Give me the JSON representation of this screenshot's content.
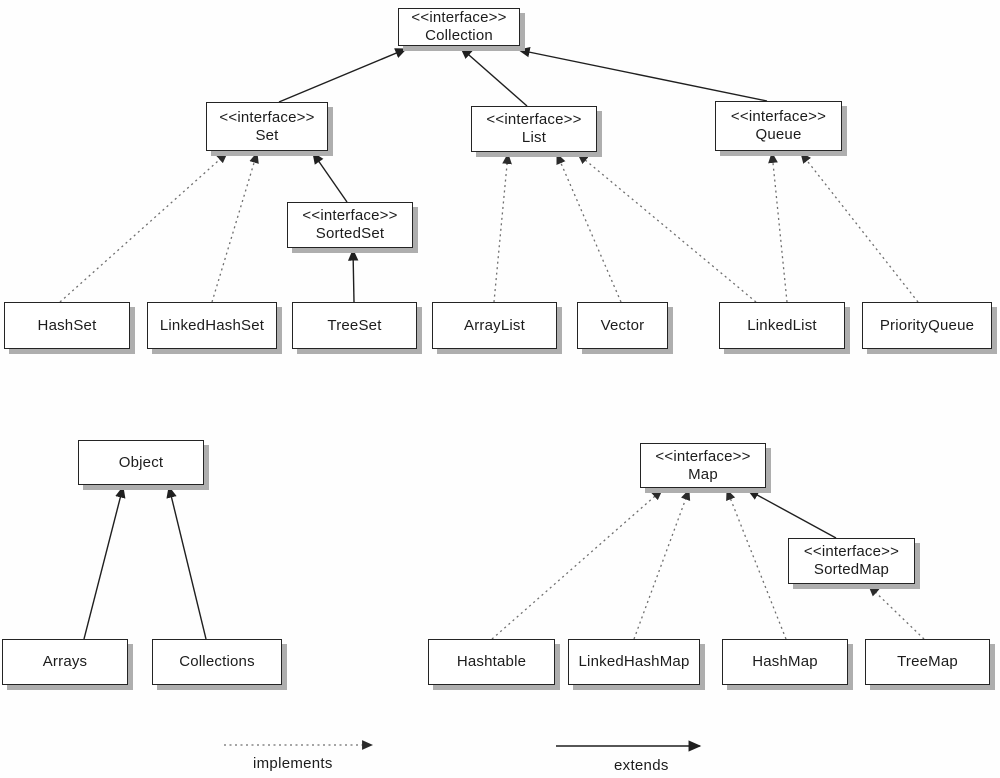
{
  "nodes": {
    "collection": {
      "stereotype": "<<interface>>",
      "name": "Collection"
    },
    "set": {
      "stereotype": "<<interface>>",
      "name": "Set"
    },
    "list": {
      "stereotype": "<<interface>>",
      "name": "List"
    },
    "queue": {
      "stereotype": "<<interface>>",
      "name": "Queue"
    },
    "sortedset": {
      "stereotype": "<<interface>>",
      "name": "SortedSet"
    },
    "hashset": {
      "name": "HashSet"
    },
    "linkedhashset": {
      "name": "LinkedHashSet"
    },
    "treeset": {
      "name": "TreeSet"
    },
    "arraylist": {
      "name": "ArrayList"
    },
    "vector": {
      "name": "Vector"
    },
    "linkedlist": {
      "name": "LinkedList"
    },
    "priorityqueue": {
      "name": "PriorityQueue"
    },
    "object": {
      "name": "Object"
    },
    "arrays": {
      "name": "Arrays"
    },
    "collections": {
      "name": "Collections"
    },
    "map": {
      "stereotype": "<<interface>>",
      "name": "Map"
    },
    "sortedmap": {
      "stereotype": "<<interface>>",
      "name": "SortedMap"
    },
    "hashtable": {
      "name": "Hashtable"
    },
    "linkedhashmap": {
      "name": "LinkedHashMap"
    },
    "hashmap": {
      "name": "HashMap"
    },
    "treemap": {
      "name": "TreeMap"
    }
  },
  "edges": [
    {
      "from": "Set",
      "to": "Collection",
      "relation": "extends"
    },
    {
      "from": "List",
      "to": "Collection",
      "relation": "extends"
    },
    {
      "from": "Queue",
      "to": "Collection",
      "relation": "extends"
    },
    {
      "from": "SortedSet",
      "to": "Set",
      "relation": "extends"
    },
    {
      "from": "TreeSet",
      "to": "SortedSet",
      "relation": "extends"
    },
    {
      "from": "SortedMap",
      "to": "Map",
      "relation": "extends"
    },
    {
      "from": "Arrays",
      "to": "Object",
      "relation": "extends"
    },
    {
      "from": "Collections",
      "to": "Object",
      "relation": "extends"
    },
    {
      "from": "HashSet",
      "to": "Set",
      "relation": "implements"
    },
    {
      "from": "LinkedHashSet",
      "to": "Set",
      "relation": "implements"
    },
    {
      "from": "ArrayList",
      "to": "List",
      "relation": "implements"
    },
    {
      "from": "Vector",
      "to": "List",
      "relation": "implements"
    },
    {
      "from": "LinkedList",
      "to": "List",
      "relation": "implements"
    },
    {
      "from": "LinkedList",
      "to": "Queue",
      "relation": "implements"
    },
    {
      "from": "PriorityQueue",
      "to": "Queue",
      "relation": "implements"
    },
    {
      "from": "Hashtable",
      "to": "Map",
      "relation": "implements"
    },
    {
      "from": "LinkedHashMap",
      "to": "Map",
      "relation": "implements"
    },
    {
      "from": "HashMap",
      "to": "Map",
      "relation": "implements"
    },
    {
      "from": "TreeMap",
      "to": "SortedMap",
      "relation": "implements"
    }
  ],
  "legend": {
    "implements_label": "implements",
    "extends_label": "extends"
  },
  "colors": {
    "box_border": "#242424",
    "box_fill": "#ffffff",
    "box_shadow": "#aeaeae",
    "solid_arrow": "#1f1f1f",
    "dotted_arrow": "#6e6e6e"
  }
}
